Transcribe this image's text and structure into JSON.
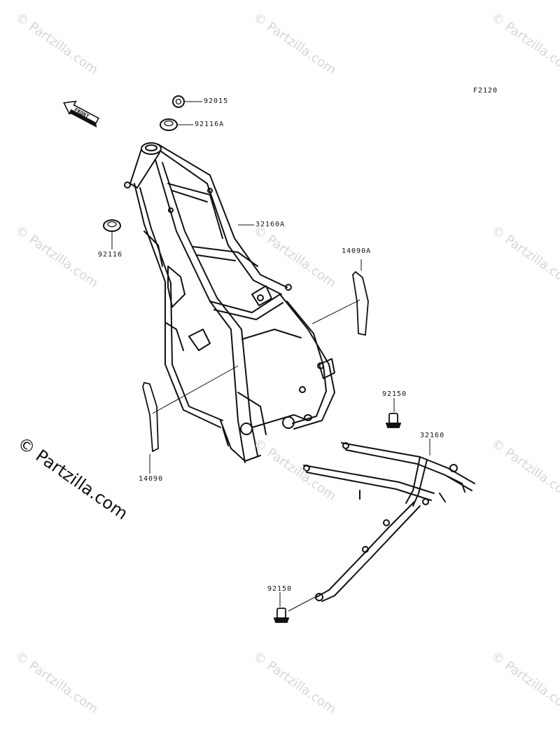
{
  "diagram": {
    "figure_code": "F2120",
    "front_indicator": "FRONT",
    "callouts": [
      {
        "id": "c92015",
        "part": "92015"
      },
      {
        "id": "c92116a",
        "part": "92116A"
      },
      {
        "id": "c92116",
        "part": "92116"
      },
      {
        "id": "c32160a",
        "part": "32160A"
      },
      {
        "id": "c14090a",
        "part": "14090A"
      },
      {
        "id": "c14090",
        "part": "14090"
      },
      {
        "id": "c92150a",
        "part": "92150"
      },
      {
        "id": "c32160",
        "part": "32160"
      },
      {
        "id": "c92150b",
        "part": "92150"
      }
    ]
  },
  "watermark": {
    "text": "© Partzilla.com"
  },
  "colors": {
    "line": "#111111",
    "watermark": "#d6d6d6",
    "background": "#ffffff"
  }
}
